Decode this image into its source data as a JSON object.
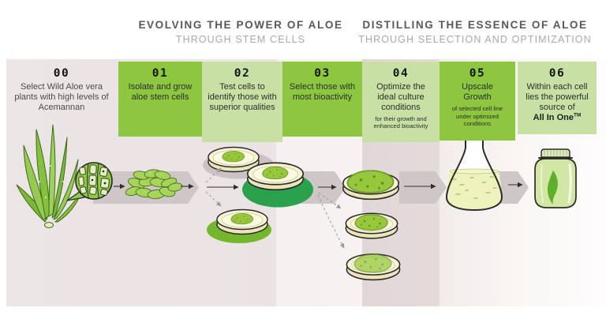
{
  "sections": [
    {
      "title": "EVOLVING THE POWER OF ALOE",
      "subtitle": "THROUGH STEM CELLS"
    },
    {
      "title": "DISTILLING THE ESSENCE OF ALOE",
      "subtitle": "THROUGH SELECTION AND OPTIMIZATION"
    }
  ],
  "steps": [
    {
      "number": "00",
      "text": "Select Wild Aloe vera plants with high levels of Acemannan"
    },
    {
      "number": "01",
      "text": "Isolate and grow aloe stem cells"
    },
    {
      "number": "02",
      "text": "Test cells to identify those with superior qualities"
    },
    {
      "number": "03",
      "text": "Select those with most bioactivity"
    },
    {
      "number": "04",
      "text": "Optimize the ideal culture conditions",
      "subtext": "for their growth and enhanced bioactivity"
    },
    {
      "number": "05",
      "text": "Upscale Growth",
      "subtext": "of selected cell line under optimized conditions"
    },
    {
      "number": "06",
      "text": "Within each cell lies the powerful source of",
      "emphasis": "All In One",
      "trademark": "TM"
    }
  ],
  "colors": {
    "accent_green": "#8dc63f",
    "pale_green": "#c9e0a5",
    "selected_green": "#2aa14c",
    "mid_green": "#74b62c",
    "background_pink": "#ebe4e4",
    "ribbon_gray": "#cfc6c7",
    "header_dark": "#57585a",
    "header_light": "#a6a8ab"
  },
  "illustrations": {
    "items": [
      "aloe-vera-plant",
      "cell-magnifier",
      "stem-cell-cluster",
      "petri-dish-selection",
      "petri-dish-optimization",
      "erlenmeyer-flask",
      "product-jar"
    ]
  }
}
